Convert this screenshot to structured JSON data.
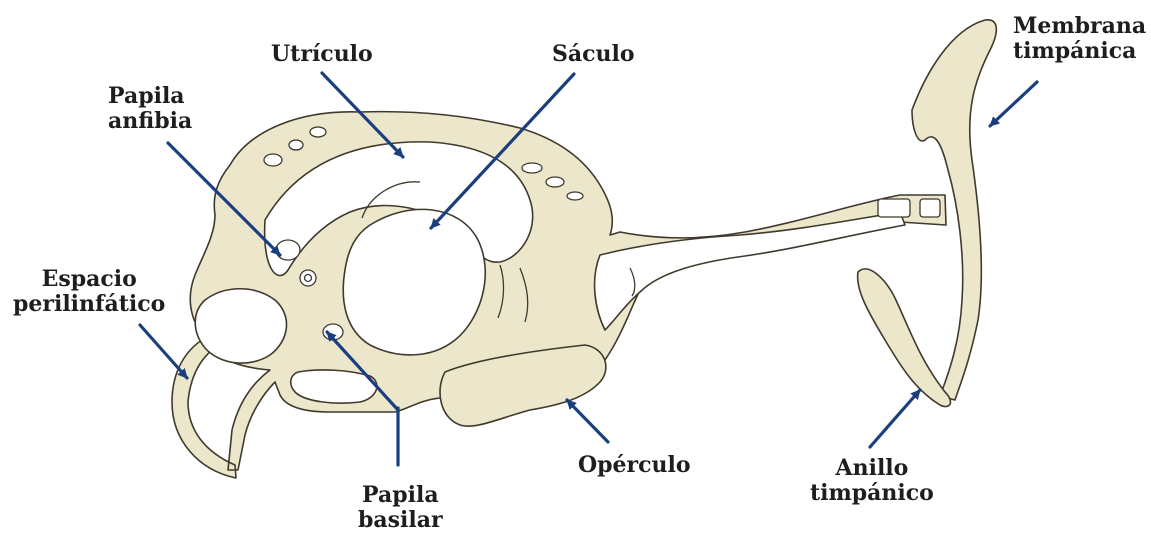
{
  "labels": {
    "utriculo": "Utrículo",
    "saculo": "Sáculo",
    "membrana": [
      "Membrana",
      "timpánica"
    ],
    "papila_anfibia": [
      "Papila",
      "anfibia"
    ],
    "espacio": [
      "Espacio",
      "perilinfático"
    ],
    "papila_basilar": [
      "Papila",
      "basilar"
    ],
    "operculo": "Opérculo",
    "anillo": [
      "Anillo",
      "timpánico"
    ]
  },
  "colors": {
    "tissue_fill": "#ece6cb",
    "tissue_outline": "#3f3a2e",
    "arrow": "#1b3f7e",
    "text": "#1e1e1e"
  }
}
